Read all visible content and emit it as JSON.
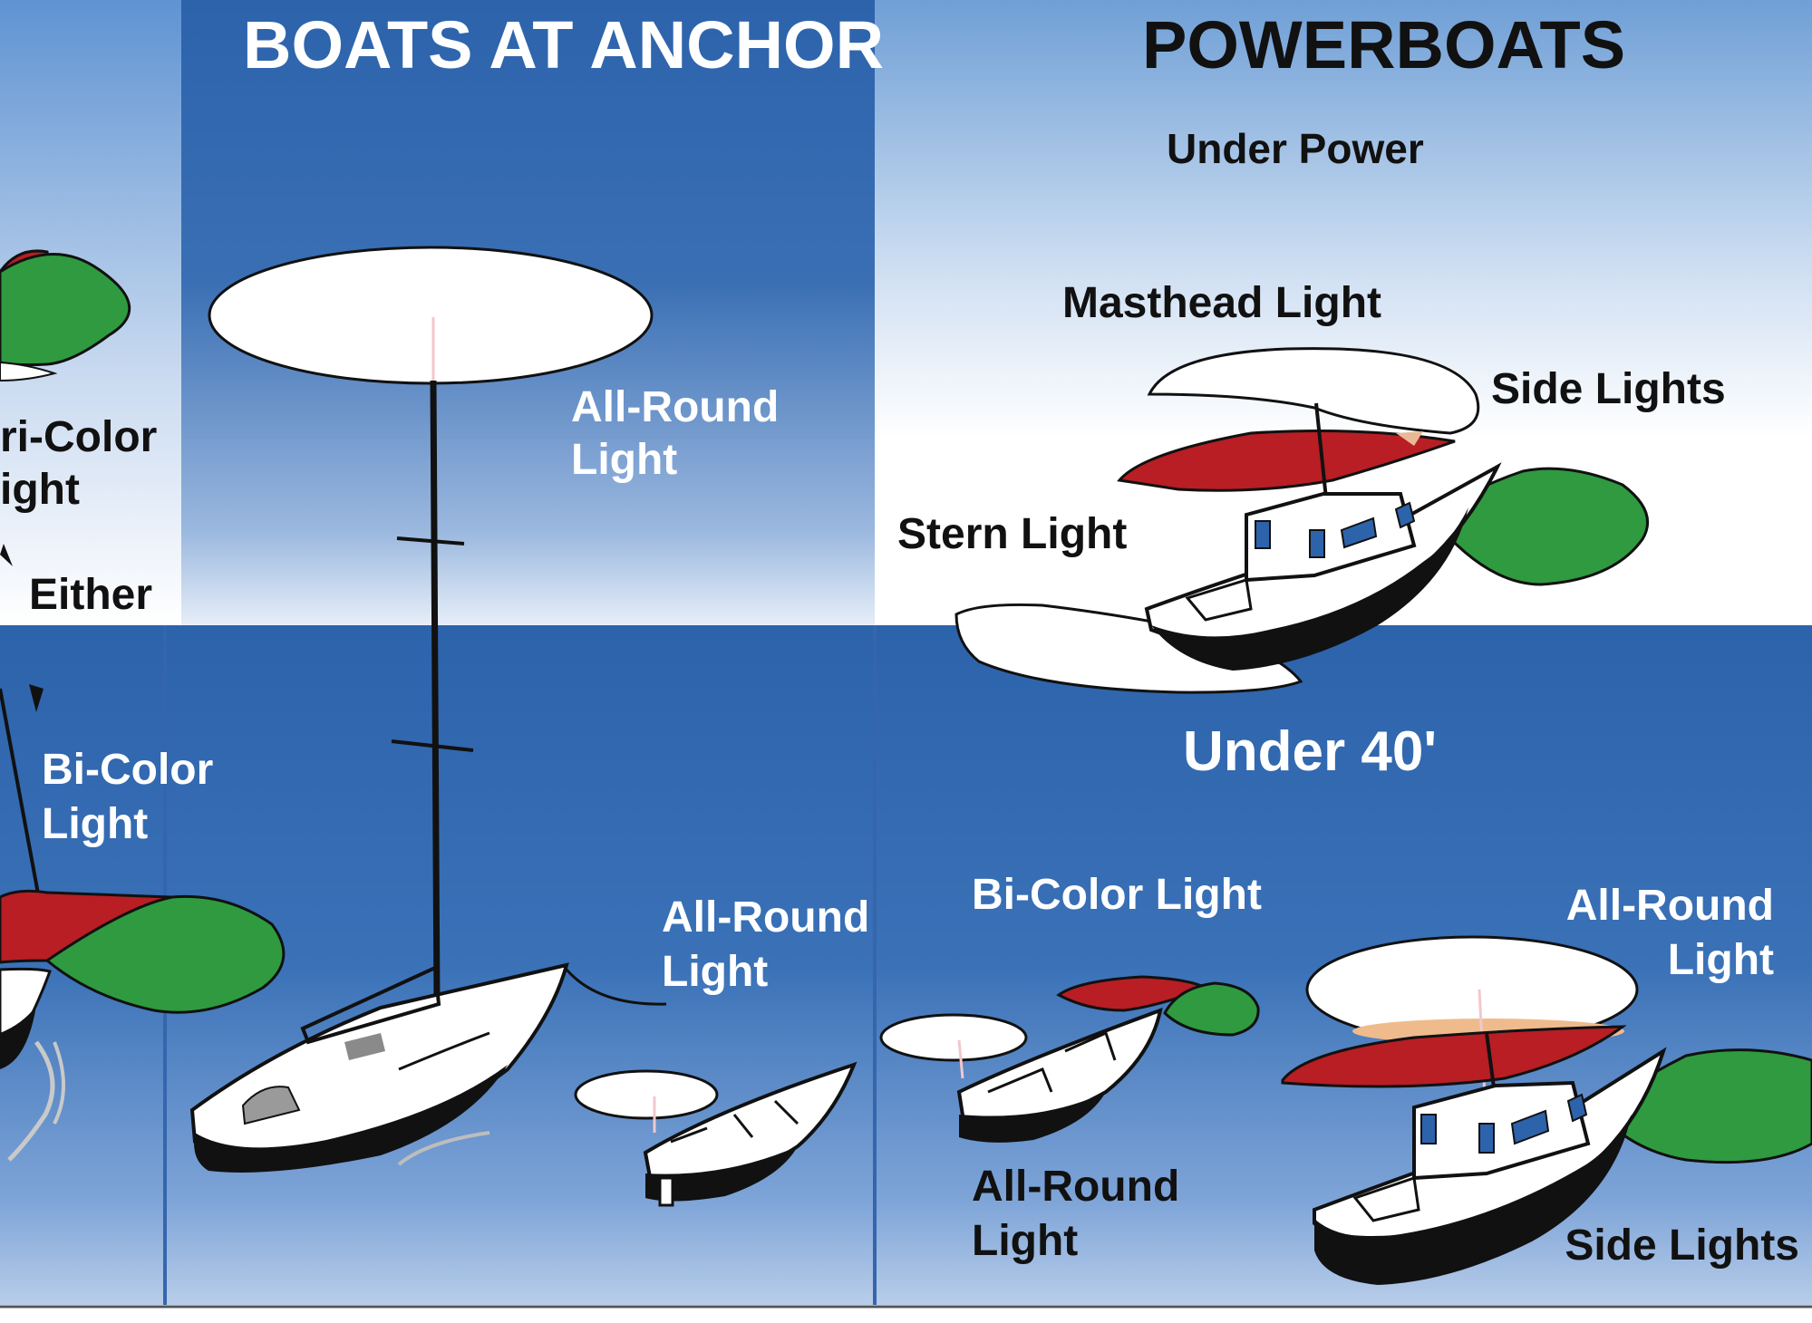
{
  "headers": {
    "anchor": "BOATS AT ANCHOR",
    "powerboats": "POWERBOATS"
  },
  "subheads": {
    "under_power": "Under Power",
    "under_40": "Under 40'"
  },
  "labels": {
    "tri_color_1": "ri-Color",
    "tri_color_2": "ight",
    "either": "Either",
    "bi_color_left_1": "Bi-Color",
    "bi_color_left_2": "Light",
    "anchor_allround_top_1": "All-Round",
    "anchor_allround_top_2": "Light",
    "anchor_allround_small_1": "All-Round",
    "anchor_allround_small_2": "Light",
    "masthead": "Masthead Light",
    "side_lights_top": "Side Lights",
    "stern_light": "Stern Light",
    "bi_color_small": "Bi-Color Light",
    "allround_small_bottom_1": "All-Round",
    "allround_small_bottom_2": "Light",
    "allround_right_1": "All-Round",
    "allround_right_2": "Light",
    "side_lights_bottom": "Side Lights"
  },
  "colors": {
    "navy": "#2c63ab",
    "sky_top": "#6f9fd6",
    "red_light": "#b81e24",
    "green_light": "#2f9a3f",
    "white_light": "#ffffff",
    "label_dark": "#111111",
    "label_light": "#ffffff"
  }
}
